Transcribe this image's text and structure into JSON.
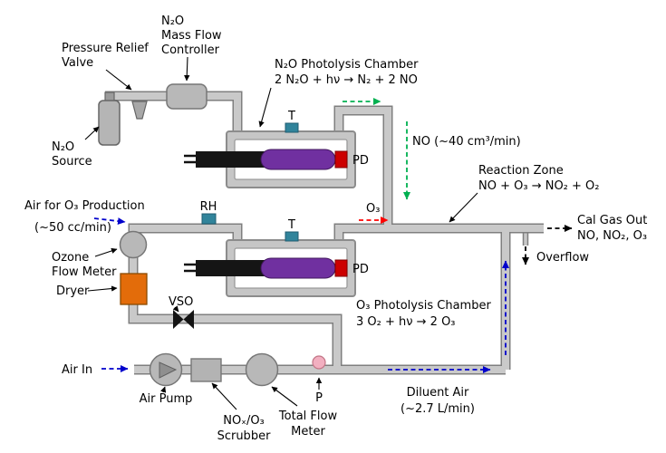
{
  "colors": {
    "background": "#FFFFFF",
    "pipe_fill": "#C9C9C9",
    "pipe_outline": "#7F7F7F",
    "component_gray": "#B8B8B8",
    "lamp_black": "#151515",
    "lamp_purple": "#7030A0",
    "pd_red": "#CC0000",
    "sensor_teal": "#31849B",
    "dryer_orange": "#E36C0A",
    "p_sensor_pink": "#F2AFC0",
    "flow_green": "#00B050",
    "flow_red": "#FF0000",
    "flow_blue": "#0000CC",
    "flow_black": "#000000"
  },
  "labels": {
    "prv": {
      "l1": "Pressure Relief",
      "l2": "Valve"
    },
    "mfc": {
      "l1": "N₂O",
      "l2": "Mass Flow",
      "l3": "Controller"
    },
    "source": {
      "l1": "N₂O",
      "l2": "Source"
    },
    "n2o_chamber": {
      "l1": "N₂O Photolysis Chamber",
      "l2": "2 N₂O + hν → N₂ + 2 NO"
    },
    "o3_chamber": {
      "l1": "O₃ Photolysis Chamber",
      "l2": "3 O₂ + hν → 2 O₃"
    },
    "reaction_zone": {
      "l1": "Reaction Zone",
      "l2": "NO + O₃ → NO₂ + O₂"
    },
    "cal_gas_out": {
      "l1": "Cal Gas Out",
      "l2": "NO, NO₂, O₃"
    },
    "overflow": "Overflow",
    "no_flow": "NO (~40 cm³/min)",
    "o3_flow": "O₃",
    "air_o3": {
      "l1": "Air for O₃ Production",
      "l2": "(~50 cc/min)"
    },
    "diluent_air": {
      "l1": "Diluent Air",
      "l2": "(~2.7 L/min)"
    },
    "air_in": "Air In",
    "ozone_flow_meter": {
      "l1": "Ozone",
      "l2": "Flow Meter"
    },
    "dryer": "Dryer",
    "vso": "VSO",
    "air_pump": "Air Pump",
    "scrubber": {
      "l1": "NOₓ/O₃",
      "l2": "Scrubber"
    },
    "total_flow_meter": {
      "l1": "Total Flow",
      "l2": "Meter"
    },
    "sensor_t": "T",
    "sensor_rh": "RH",
    "sensor_pd": "PD",
    "sensor_p": "P"
  }
}
